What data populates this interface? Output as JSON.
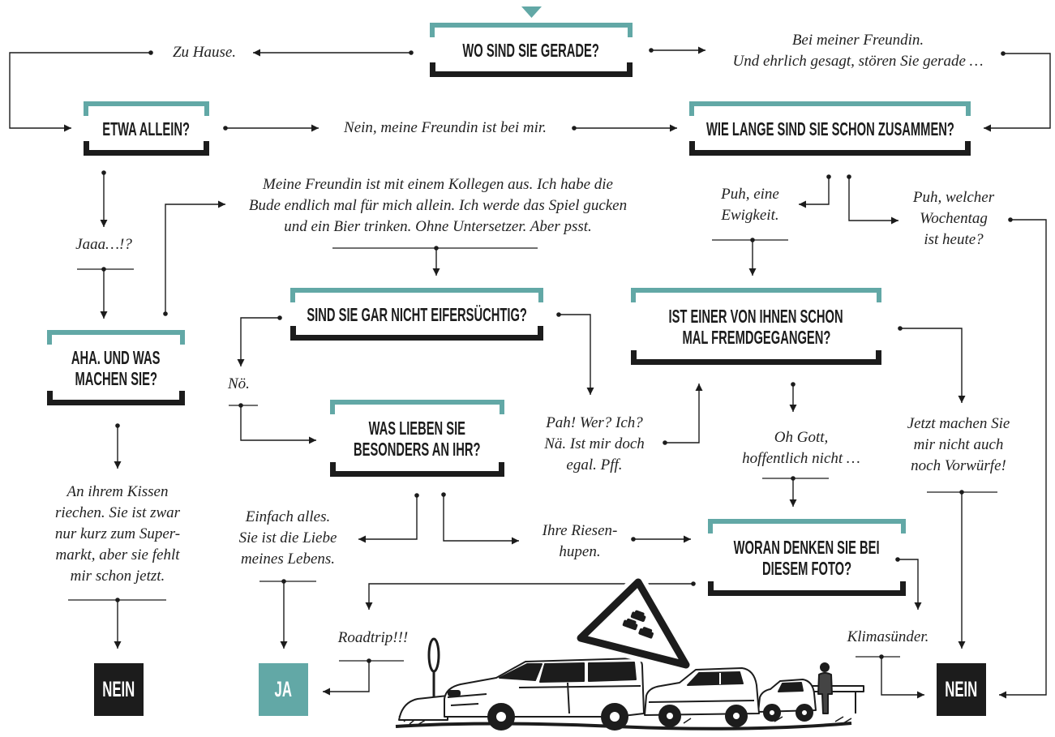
{
  "colors": {
    "accent": "#62a8a6",
    "ink": "#1c1c1c",
    "background": "#ffffff",
    "terminal_text": "#ffffff"
  },
  "icons": {
    "start": "start-triangle-icon",
    "sign": "traffic-jam-warning-sign-icon"
  },
  "questions": {
    "wo_sind_sie": {
      "lines": [
        "WO SIND SIE GERADE?"
      ]
    },
    "etwa_allein": {
      "lines": [
        "ETWA ALLEIN?"
      ]
    },
    "wie_lange": {
      "lines": [
        "WIE LANGE SIND SIE SCHON ZUSAMMEN?"
      ]
    },
    "aha": {
      "lines": [
        "AHA. UND WAS",
        "MACHEN SIE?"
      ]
    },
    "eifersuechtig": {
      "lines": [
        "SIND SIE GAR NICHT EIFERSÜCHTIG?"
      ]
    },
    "fremdgegangen": {
      "lines": [
        "IST EINER VON IHNEN SCHON",
        "MAL FREMDGEGANGEN?"
      ]
    },
    "was_lieben": {
      "lines": [
        "WAS LIEBEN SIE",
        "BESONDERS AN IHR?"
      ]
    },
    "woran_denken": {
      "lines": [
        "WORAN DENKEN SIE BEI",
        "DIESEM FOTO?"
      ]
    }
  },
  "answers": {
    "zu_hause": {
      "lines": [
        "Zu Hause."
      ]
    },
    "bei_freundin": {
      "lines": [
        "Bei meiner Freundin.",
        "Und ehrlich gesagt, stören Sie gerade …"
      ]
    },
    "nein_freundin": {
      "lines": [
        "Nein, meine Freundin ist bei mir."
      ]
    },
    "jaaa": {
      "lines": [
        "Jaaa…!?"
      ]
    },
    "kollegen": {
      "lines": [
        "Meine Freundin ist mit einem Kollegen aus. Ich habe die",
        "Bude endlich mal für mich allein. Ich werde das Spiel gucken",
        "und ein Bier trinken. Ohne Untersetzer. Aber psst."
      ]
    },
    "ewigkeit": {
      "lines": [
        "Puh, eine",
        "Ewigkeit."
      ]
    },
    "wochentag": {
      "lines": [
        "Puh, welcher",
        "Wochentag",
        "ist heute?"
      ]
    },
    "noe": {
      "lines": [
        "Nö."
      ]
    },
    "pah": {
      "lines": [
        "Pah! Wer? Ich?",
        "Nä. Ist mir doch",
        "egal. Pff."
      ]
    },
    "oh_gott": {
      "lines": [
        "Oh Gott,",
        "hoffentlich nicht …"
      ]
    },
    "vorwuerfe": {
      "lines": [
        "Jetzt machen Sie",
        "mir nicht auch",
        "noch Vorwürfe!"
      ]
    },
    "kissen": {
      "lines": [
        "An ihrem Kissen",
        "riechen. Sie ist zwar",
        "nur kurz zum Super-",
        "markt, aber sie fehlt",
        "mir schon jetzt."
      ]
    },
    "einfach_alles": {
      "lines": [
        "Einfach alles.",
        "Sie ist die Liebe",
        "meines Lebens."
      ]
    },
    "riesenhupen": {
      "lines": [
        "Ihre Riesen-",
        "hupen."
      ]
    },
    "roadtrip": {
      "lines": [
        "Roadtrip!!!"
      ]
    },
    "klimasuender": {
      "lines": [
        "Klimasünder."
      ]
    }
  },
  "terminals": {
    "nein_left": "NEIN",
    "ja": "JA",
    "nein_right": "NEIN"
  }
}
